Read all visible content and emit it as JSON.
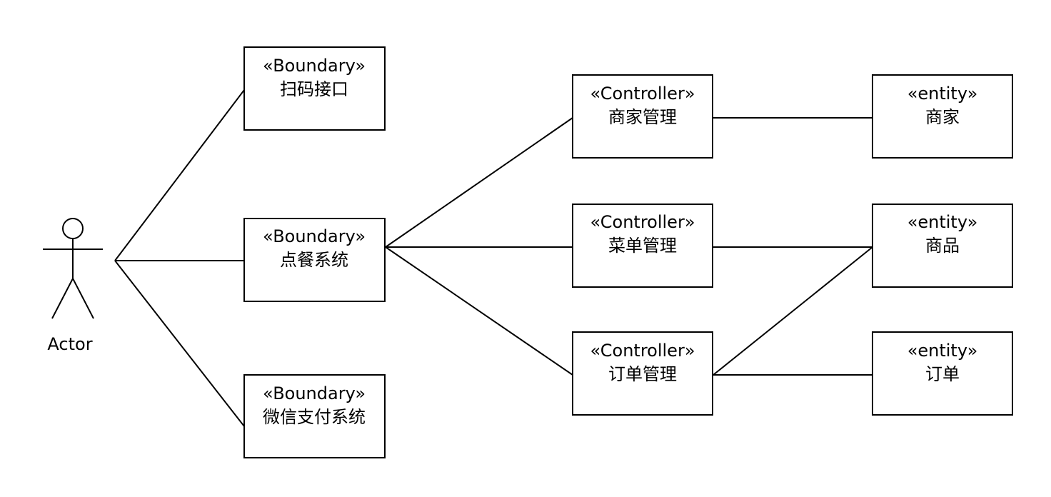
{
  "actor": {
    "label": "Actor"
  },
  "boundaries": {
    "scan": {
      "stereotype": "«Boundary»",
      "name": "扫码接口"
    },
    "order_system": {
      "stereotype": "«Boundary»",
      "name": "点餐系统"
    },
    "wechat_pay": {
      "stereotype": "«Boundary»",
      "name": "微信支付系统"
    }
  },
  "controllers": {
    "merchant": {
      "stereotype": "«Controller»",
      "name": "商家管理"
    },
    "menu": {
      "stereotype": "«Controller»",
      "name": "菜单管理"
    },
    "order": {
      "stereotype": "«Controller»",
      "name": "订单管理"
    }
  },
  "entities": {
    "merchant": {
      "stereotype": "«entity»",
      "name": "商家"
    },
    "product": {
      "stereotype": "«entity»",
      "name": "商品"
    },
    "order": {
      "stereotype": "«entity»",
      "name": "订单"
    }
  }
}
